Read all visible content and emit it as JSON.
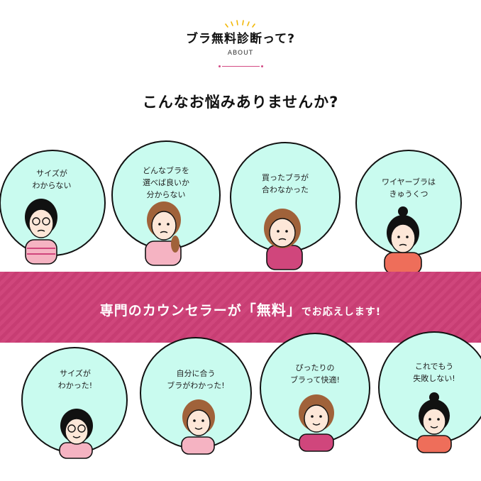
{
  "header": {
    "title": "ブラ無料診断って?",
    "subtitle": "ABOUT"
  },
  "question": "こんなお悩みありませんか?",
  "worries": [
    {
      "text": "サイズが\nわからない"
    },
    {
      "text": "どんなブラを\n選べば良いか\n分からない"
    },
    {
      "text": "買ったブラが\n合わなかった"
    },
    {
      "text": "ワイヤーブラは\nきゅうくつ"
    }
  ],
  "banner": {
    "part1": "専門のカウンセラーが",
    "part2": "「無料」",
    "part3": "でお応えします!"
  },
  "results": [
    {
      "text": "サイズが\nわかった!"
    },
    {
      "text": "自分に合う\nブラがわかった!"
    },
    {
      "text": "ぴったりの\nブラって快適!"
    },
    {
      "text": "これでもう\n失敗しない!"
    }
  ],
  "colors": {
    "bubble_fill": "#c9fbef",
    "accent": "#d0467c",
    "text": "#111111"
  }
}
